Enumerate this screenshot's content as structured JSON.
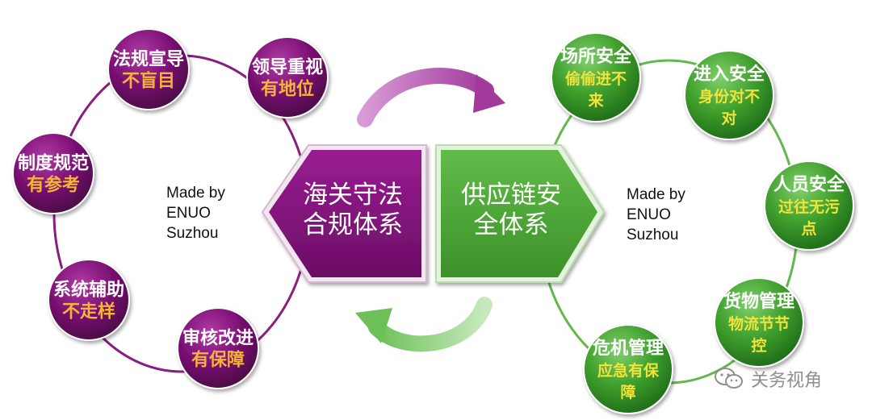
{
  "colors": {
    "purple": "#7b1174",
    "green": "#3f9f2d",
    "purple_sub_text": "#f4b33a",
    "green_sub_text": "#f2e23a",
    "ring_purple": "#8a1e80",
    "ring_green": "#63b84c"
  },
  "center": {
    "left_label": [
      "海关守法",
      "合规体系"
    ],
    "right_label": [
      "供应链安",
      "全体系"
    ]
  },
  "left_cycle": {
    "nodes": [
      {
        "title": "法规宣导",
        "sub": [
          "不盲目"
        ]
      },
      {
        "title": "领导重视",
        "sub": [
          "有地位"
        ]
      },
      {
        "title": "制度规范",
        "sub": [
          "有参考"
        ]
      },
      {
        "title": "系统辅助",
        "sub": [
          "不走样"
        ]
      },
      {
        "title": "审核改进",
        "sub": [
          "有保障"
        ]
      }
    ]
  },
  "right_cycle": {
    "nodes": [
      {
        "title": "场所安全",
        "sub": [
          "偷偷进不",
          "来"
        ]
      },
      {
        "title": "进入安全",
        "sub": [
          "身份对不",
          "对"
        ]
      },
      {
        "title": "人员安全",
        "sub": [
          "过往无污",
          "点"
        ]
      },
      {
        "title": "货物管理",
        "sub": [
          "物流节节",
          "控"
        ]
      },
      {
        "title": "危机管理",
        "sub": [
          "应急有保",
          "障"
        ]
      }
    ]
  },
  "credit_left": {
    "line1": "Made by",
    "line2": "ENUO",
    "line3": "Suzhou"
  },
  "credit_right": {
    "line1": "Made by",
    "line2": "ENUO",
    "line3": "Suzhou"
  },
  "watermark": {
    "text": "关务视角",
    "icon": "wechat-icon"
  }
}
